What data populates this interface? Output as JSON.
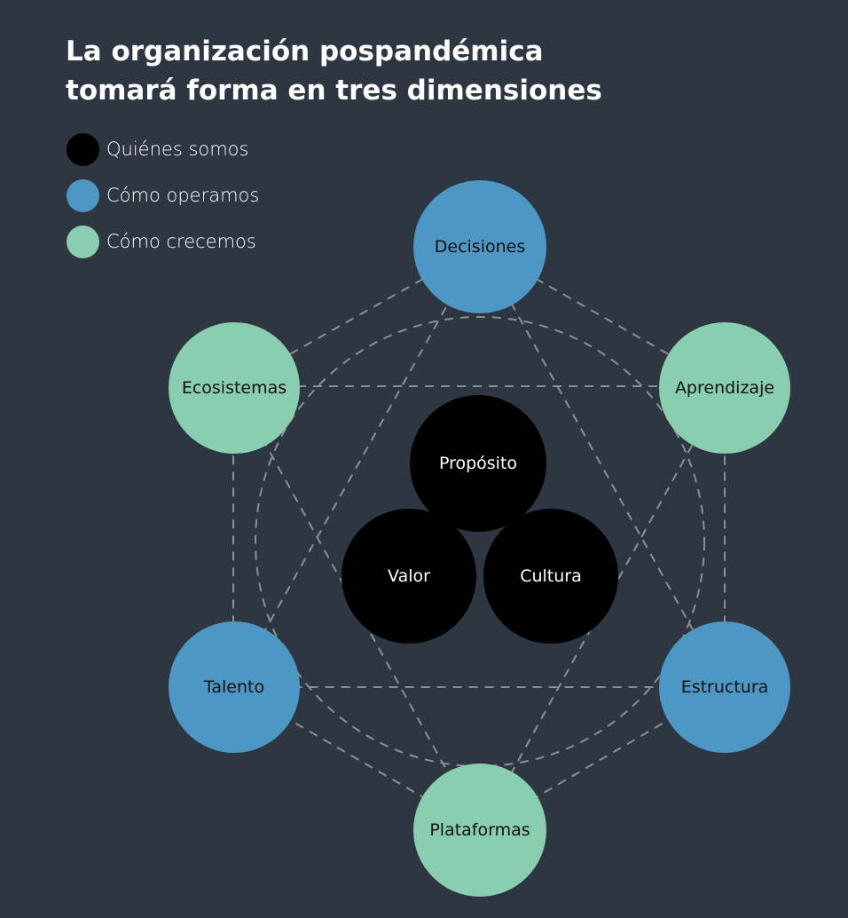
{
  "title": {
    "line1": "La organización pospandémica",
    "line2": "tomará forma en tres dimensiones"
  },
  "colors": {
    "background": "#2e3642",
    "quienes": "#000000",
    "como_operamos": "#4e97c5",
    "como_crecemos": "#88ceaf",
    "dashed_line": "#8c8f94"
  },
  "legend": [
    {
      "label": "Quiénes somos",
      "color": "#000000"
    },
    {
      "label": "Cómo operamos",
      "color": "#4e97c5"
    },
    {
      "label": "Cómo crecemos",
      "color": "#88ceaf"
    }
  ],
  "diagram": {
    "center_nodes": [
      {
        "label": "Propósito",
        "group": "Quiénes somos"
      },
      {
        "label": "Valor",
        "group": "Quiénes somos"
      },
      {
        "label": "Cultura",
        "group": "Quiénes somos"
      }
    ],
    "outer_nodes": [
      {
        "label": "Decisiones",
        "group": "Cómo operamos"
      },
      {
        "label": "Aprendizaje",
        "group": "Cómo crecemos"
      },
      {
        "label": "Estructura",
        "group": "Cómo operamos"
      },
      {
        "label": "Plataformas",
        "group": "Cómo crecemos"
      },
      {
        "label": "Talento",
        "group": "Cómo operamos"
      },
      {
        "label": "Ecosistemas",
        "group": "Cómo crecemos"
      }
    ]
  }
}
